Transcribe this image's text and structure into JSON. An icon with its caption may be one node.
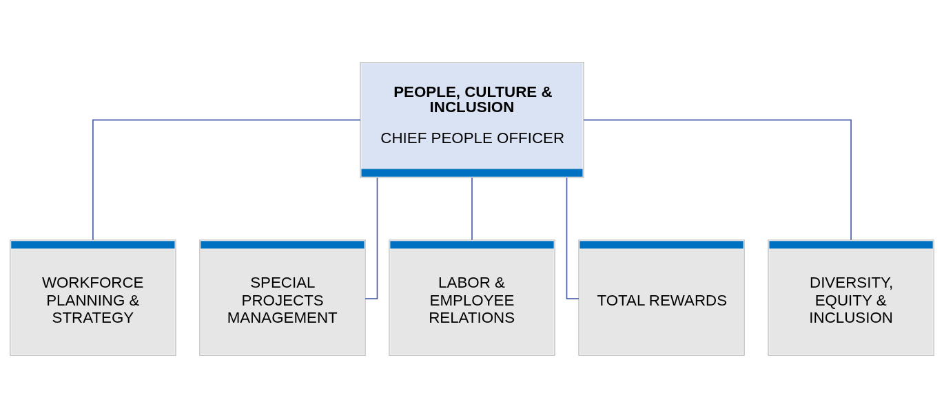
{
  "diagram": {
    "nodes": [
      {
        "text": [
          "PEOPLE, CULTURE & INCLUSION",
          "CHIEF PEOPLE OFFICER"
        ]
      },
      {
        "text": [
          "WORKFORCE PLANNING & STRATEGY"
        ]
      },
      {
        "text": [
          "SPECIAL PROJECTS MANAGEMENT"
        ]
      },
      {
        "text": [
          "LABOR & EMPLOYEE RELATIONS"
        ]
      },
      {
        "text": [
          "TOTAL REWARDS"
        ]
      },
      {
        "text": [
          "DIVERSITY, EQUITY & INCLUSION"
        ]
      }
    ],
    "edges": [
      {
        "from": 0,
        "to": 1,
        "arrow": "none"
      },
      {
        "from": 0,
        "to": 2,
        "arrow": "none"
      },
      {
        "from": 0,
        "to": 3,
        "arrow": "none"
      },
      {
        "from": 0,
        "to": 4,
        "arrow": "none"
      },
      {
        "from": 0,
        "to": 5,
        "arrow": "none"
      }
    ]
  }
}
